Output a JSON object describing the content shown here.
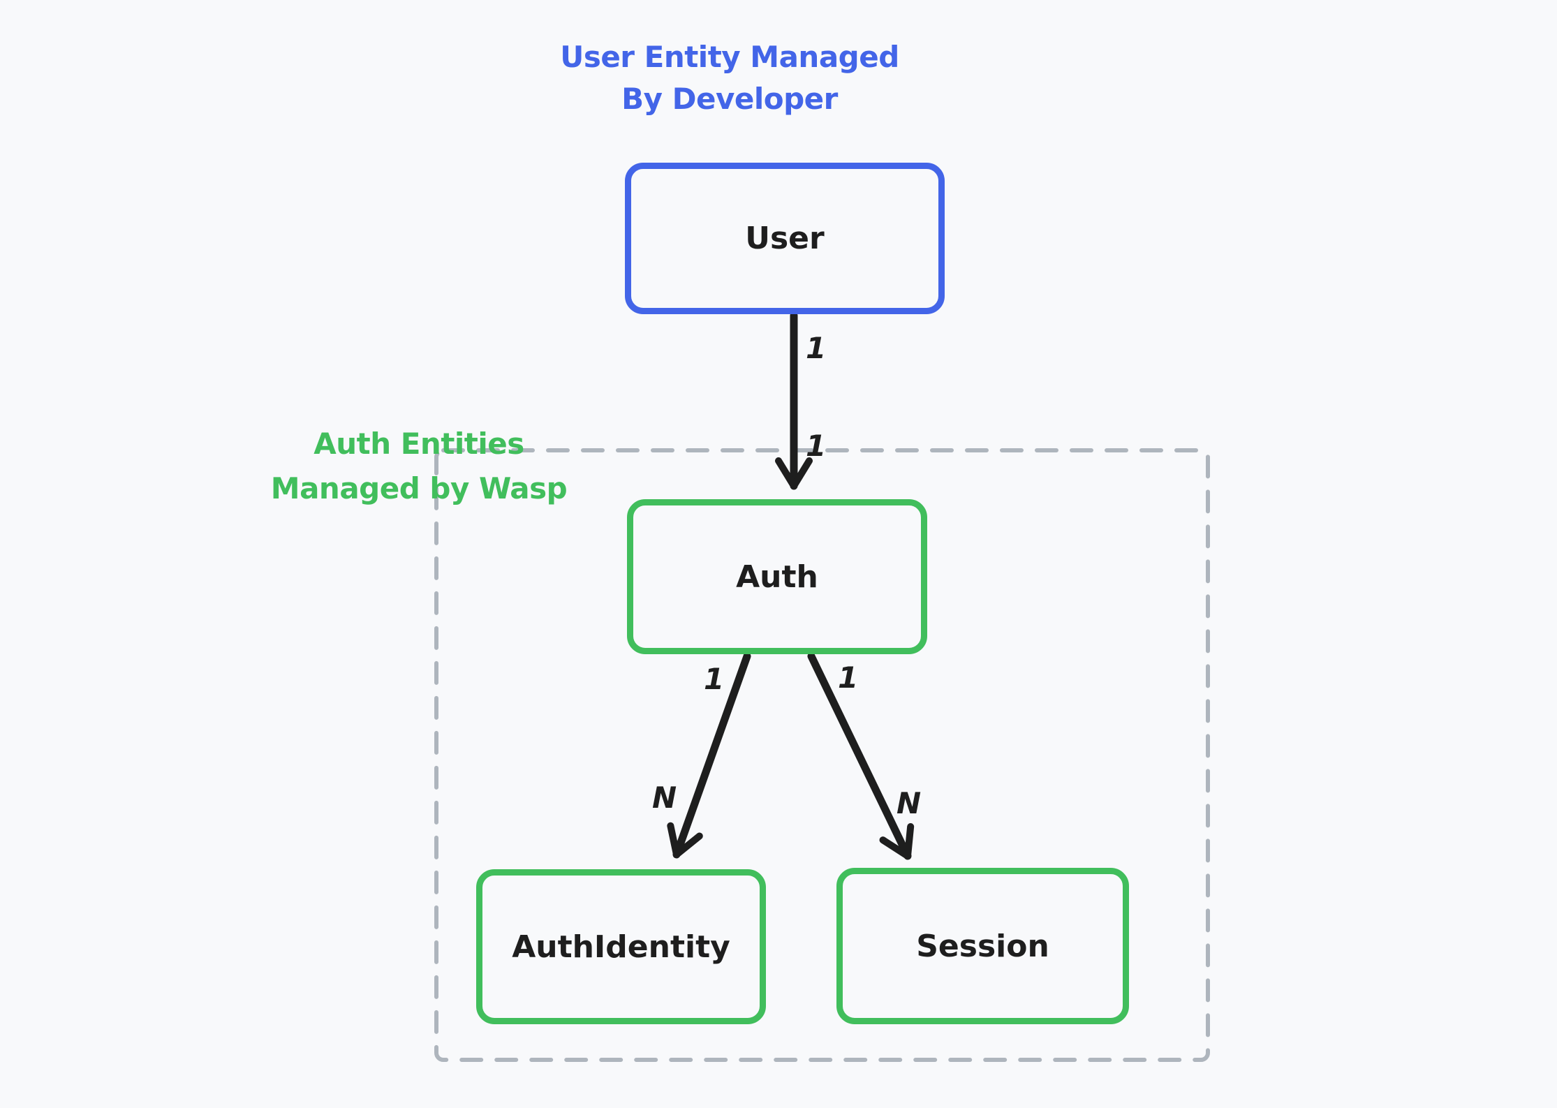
{
  "colors": {
    "background": "#f8f9fb",
    "blue": "#4365e8",
    "green": "#41be5c",
    "black": "#1e1e1e",
    "dash_gray": "#aeb5bd"
  },
  "title": {
    "line1": "User Entity Managed",
    "line2": "By Developer"
  },
  "group": {
    "label_line1": "Auth Entities",
    "label_line2": "Managed by Wasp"
  },
  "nodes": {
    "user": {
      "label": "User"
    },
    "auth": {
      "label": "Auth"
    },
    "auth_identity": {
      "label": "AuthIdentity"
    },
    "session": {
      "label": "Session"
    }
  },
  "edges": {
    "user_to_auth": {
      "source_label": "1",
      "target_label": "1"
    },
    "auth_to_auth_identity": {
      "source_label": "1",
      "target_label": "N"
    },
    "auth_to_session": {
      "source_label": "1",
      "target_label": "N"
    }
  }
}
